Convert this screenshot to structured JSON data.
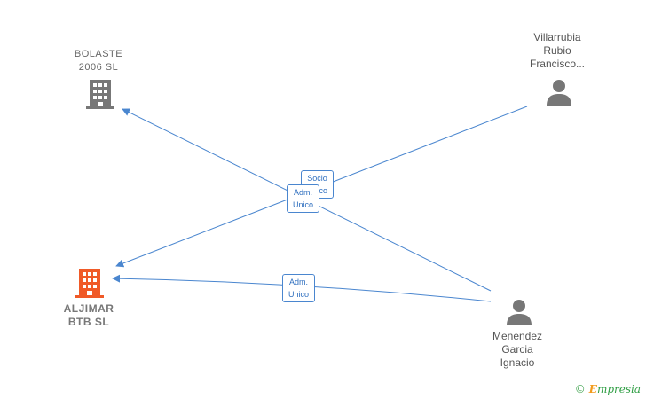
{
  "nodes": {
    "bolaste": {
      "lines": [
        "BOLASTE",
        "2006  SL"
      ],
      "type": "company",
      "color": "#777777"
    },
    "aljimar": {
      "lines": [
        "ALJIMAR",
        "BTB  SL"
      ],
      "type": "company",
      "color": "#f05a28"
    },
    "villarrubia": {
      "lines": [
        "Villarrubia",
        "Rubio",
        "Francisco..."
      ],
      "type": "person",
      "color": "#777777"
    },
    "menendez": {
      "lines": [
        "Menendez",
        "Garcia",
        "Ignacio"
      ],
      "type": "person",
      "color": "#777777"
    }
  },
  "edges": {
    "villarrubia_bolaste": {
      "lines": [
        "Socio",
        "Único"
      ]
    },
    "menendez_aljimar_upper": {
      "lines": [
        "Adm.",
        "Unico"
      ]
    },
    "menendez_aljimar_lower": {
      "lines": [
        "Adm.",
        "Unico"
      ]
    }
  },
  "colors": {
    "edge": "#4a86cf",
    "focus": "#f05a28",
    "neutral": "#777777"
  },
  "watermark": {
    "symbol": "©",
    "brand_first": "E",
    "brand_rest": "mpresia"
  }
}
